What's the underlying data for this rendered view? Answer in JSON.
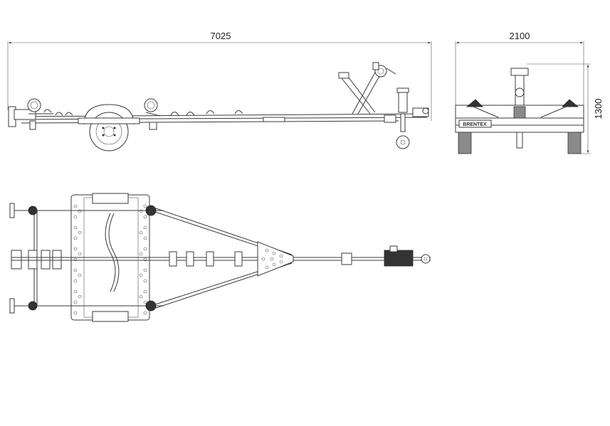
{
  "dimensions": {
    "overall_length": "7025",
    "overall_width": "2100",
    "overall_height": "1300"
  },
  "brand": {
    "plate_text": "BRENTEX"
  },
  "colors": {
    "line": "#3a3a3a",
    "background": "#ffffff"
  }
}
